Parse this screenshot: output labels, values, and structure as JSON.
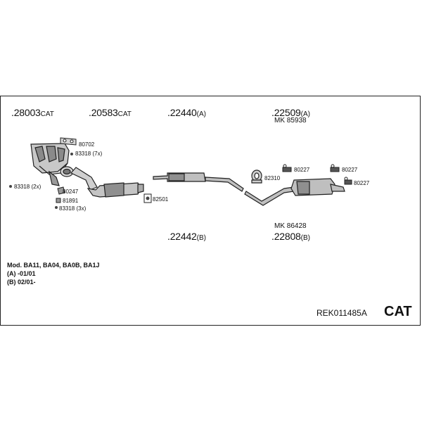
{
  "parts": {
    "p1": {
      "number": ".28003",
      "suffix": "CAT"
    },
    "p2": {
      "number": ".20583",
      "suffix": "CAT"
    },
    "p3": {
      "number": ".22440",
      "suffix": "(A)"
    },
    "p4": {
      "number": ".22509",
      "suffix": "(A)",
      "mk": "MK  85938"
    },
    "p5": {
      "number": ".22442",
      "suffix": "(B)"
    },
    "p6": {
      "number": ".22808",
      "suffix": "(B)",
      "mk": "MK  86428"
    }
  },
  "small_parts": {
    "s80702": "80702",
    "s83318_7x": "83318 (7x)",
    "s83318_2x": "83318 (2x)",
    "s80247": "80247",
    "s81891": "81891",
    "s83318_3x": "83318 (3x)",
    "s82501": "82501",
    "s82310": "82310",
    "s80227_a": "80227",
    "s80227_b": "80227",
    "s80227_c": "80227"
  },
  "notes": {
    "line1": "Mod. BA11, BA04, BA0B, BA1J",
    "line2": "(A) -01/01",
    "line3": "(B) 02/01-"
  },
  "reference": "REK011485A",
  "badge": "CAT"
}
